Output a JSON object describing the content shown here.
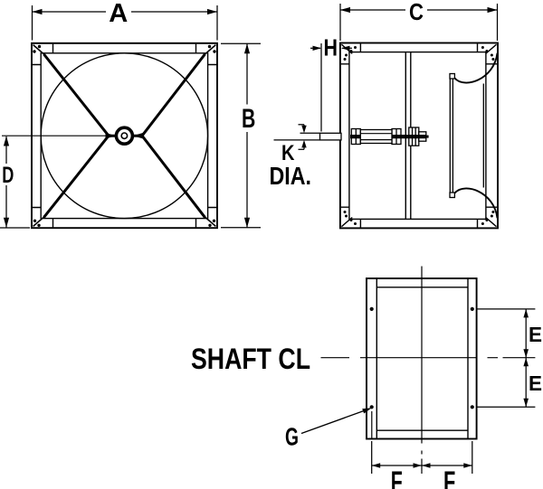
{
  "drawing": {
    "title": "fan-dimension-drawing",
    "background_color": "#ffffff",
    "line_color": "#000000",
    "front_view": {
      "dim_width_label": "A",
      "dim_height_label": "B",
      "dim_centerline_label": "D"
    },
    "side_view": {
      "dim_depth_label": "C",
      "dim_shaft_extension_label": "H",
      "dim_shaft_diameter_label": "K",
      "dim_shaft_diameter_suffix": "DIA."
    },
    "plan_view": {
      "shaft_centerline_label": "SHAFT CL",
      "dim_hole_upper_label": "E",
      "dim_hole_lower_label": "E",
      "dim_hole_left_label": "F",
      "dim_hole_right_label": "F",
      "mounting_angle_label": "G"
    }
  }
}
